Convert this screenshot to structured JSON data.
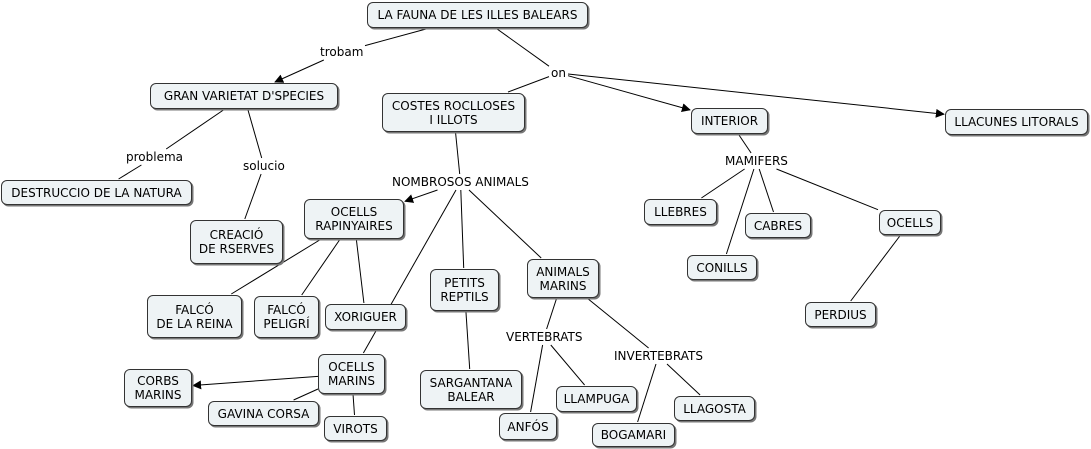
{
  "diagram": {
    "title": "LA FAUNA DE LES ILLES BALEARS",
    "nodes": {
      "title": "LA FAUNA DE LES ILLES BALEARS",
      "gran": "GRAN VARIETAT D'SPECIES",
      "costes": "COSTES ROCLLOSES\nI ILLOTS",
      "interior": "INTERIOR",
      "llacunes": "LLACUNES LITORALS",
      "destruccio": "DESTRUCCIO DE LA NATURA",
      "creacio": "CREACIÓ\nDE RSERVES",
      "ocells_rap": "OCELLS\nRAPINYAIRES",
      "falco_reina": "FALCÓ\nDE LA REINA",
      "falco_peligri": "FALCÓ\nPELIGRÍ",
      "xoriguer": "XORIGUER",
      "petits": "PETITS\nREPTILS",
      "sargantana": "SARGANTANA\nBALEAR",
      "animals_marins": "ANIMALS\nMARINS",
      "ocells_marins": "OCELLS\nMARINS",
      "corbs": "CORBS\nMARINS",
      "gavina": "GAVINA CORSA",
      "virots": "VIROTS",
      "anfos": "ANFÓS",
      "llampuga": "LLAMPUGA",
      "bogamari": "BOGAMARI",
      "llagosta": "LLAGOSTA",
      "llebres": "LLEBRES",
      "cabres": "CABRES",
      "conills": "CONILLS",
      "ocells": "OCELLS",
      "perdius": "PERDIUS"
    },
    "labels": {
      "trobam": "trobam",
      "on": "on",
      "problema": "problema",
      "solucio": "solucio",
      "nombrosos": "NOMBROSOS ANIMALS",
      "mamifers": "MAMIFERS",
      "vertebrats": "VERTEBRATS",
      "invertebrats": "INVERTEBRATS"
    },
    "connections": [
      {
        "from": "title",
        "to": "trobam"
      },
      {
        "from": "trobam",
        "to": "gran",
        "arrow": true
      },
      {
        "from": "title",
        "to": "on"
      },
      {
        "from": "on",
        "to": "costes"
      },
      {
        "from": "on",
        "to": "interior",
        "arrow": true
      },
      {
        "from": "on",
        "to": "llacunes",
        "arrow": true
      },
      {
        "from": "gran",
        "to": "problema"
      },
      {
        "from": "problema",
        "to": "destruccio"
      },
      {
        "from": "gran",
        "to": "solucio"
      },
      {
        "from": "solucio",
        "to": "creacio"
      },
      {
        "from": "costes",
        "to": "nombrosos"
      },
      {
        "from": "nombrosos",
        "to": "ocells_rap",
        "arrow": true
      },
      {
        "from": "nombrosos",
        "to": "ocells_marins"
      },
      {
        "from": "nombrosos",
        "to": "petits"
      },
      {
        "from": "nombrosos",
        "to": "animals_marins"
      },
      {
        "from": "ocells_rap",
        "to": "falco_reina"
      },
      {
        "from": "ocells_rap",
        "to": "falco_peligri"
      },
      {
        "from": "ocells_rap",
        "to": "xoriguer"
      },
      {
        "from": "ocells_marins",
        "to": "corbs",
        "arrow": true
      },
      {
        "from": "ocells_marins",
        "to": "gavina"
      },
      {
        "from": "ocells_marins",
        "to": "virots"
      },
      {
        "from": "petits",
        "to": "sargantana"
      },
      {
        "from": "animals_marins",
        "to": "vertebrats"
      },
      {
        "from": "animals_marins",
        "to": "invertebrats"
      },
      {
        "from": "vertebrats",
        "to": "anfos"
      },
      {
        "from": "vertebrats",
        "to": "llampuga"
      },
      {
        "from": "invertebrats",
        "to": "bogamari"
      },
      {
        "from": "invertebrats",
        "to": "llagosta"
      },
      {
        "from": "interior",
        "to": "mamifers"
      },
      {
        "from": "mamifers",
        "to": "llebres"
      },
      {
        "from": "mamifers",
        "to": "conills"
      },
      {
        "from": "mamifers",
        "to": "cabres"
      },
      {
        "from": "mamifers",
        "to": "ocells"
      },
      {
        "from": "ocells",
        "to": "perdius"
      }
    ]
  }
}
